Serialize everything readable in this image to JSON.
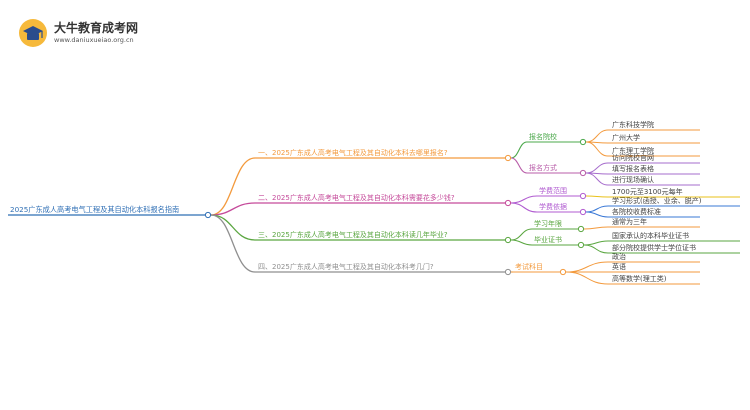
{
  "brand": {
    "name": "大牛教育成考网",
    "url": "www.daniuxueiao.org.cn",
    "icon": "graduation-book-icon"
  },
  "colors": {
    "root": "#2f6fb5",
    "branch1": "#f39a3d",
    "branch2": "#c54a9a",
    "branch3": "#5aa640",
    "branch4": "#8f8f8f",
    "level2_1a": "#4ba84b",
    "level2_1b": "#b85ca8",
    "level2_2a": "#b05bd0",
    "level2_2b": "#b05bd0",
    "level2_3": "#5aa640",
    "level2_4": "#f39a3d",
    "leaf_orange": "#f39a3d",
    "leaf_purple": "#a66ccc",
    "leaf_yellow": "#e9c21a",
    "leaf_blue": "#3a78d6",
    "leaf_green": "#5aa640"
  },
  "mindmap": {
    "root": "2025广东成人高考电气工程及其自动化本科报名指南",
    "branches": [
      {
        "label": "一、2025广东成人高考电气工程及其自动化本科去哪里报名?",
        "children": [
          {
            "label": "报名院校",
            "leaves": [
              "广东科技学院",
              "广州大学",
              "广东理工学院"
            ]
          },
          {
            "label": "报名方式",
            "leaves": [
              "访问院校官网",
              "填写报名表格",
              "进行现场确认"
            ]
          }
        ]
      },
      {
        "label": "二、2025广东成人高考电气工程及其自动化本科需要花多少钱?",
        "children": [
          {
            "label": "学费范围",
            "leaves": [
              "1700元至3100元每年"
            ]
          },
          {
            "label": "学费依据",
            "leaves": [
              "学习形式(函授、业余、脱产)",
              "各院校收费标准"
            ]
          }
        ]
      },
      {
        "label": "三、2025广东成人高考电气工程及其自动化本科读几年毕业?",
        "children": [
          {
            "label": "学习年限",
            "leaves": [
              "通常为三年"
            ]
          },
          {
            "label": "毕业证书",
            "leaves": [
              "国家承认的本科毕业证书",
              "部分院校提供学士学位证书"
            ]
          }
        ]
      },
      {
        "label": "四、2025广东成人高考电气工程及其自动化本科考几门?",
        "children": [
          {
            "label": "考试科目",
            "leaves": [
              "政治",
              "英语",
              "高等数学(理工类)"
            ]
          }
        ]
      }
    ]
  }
}
